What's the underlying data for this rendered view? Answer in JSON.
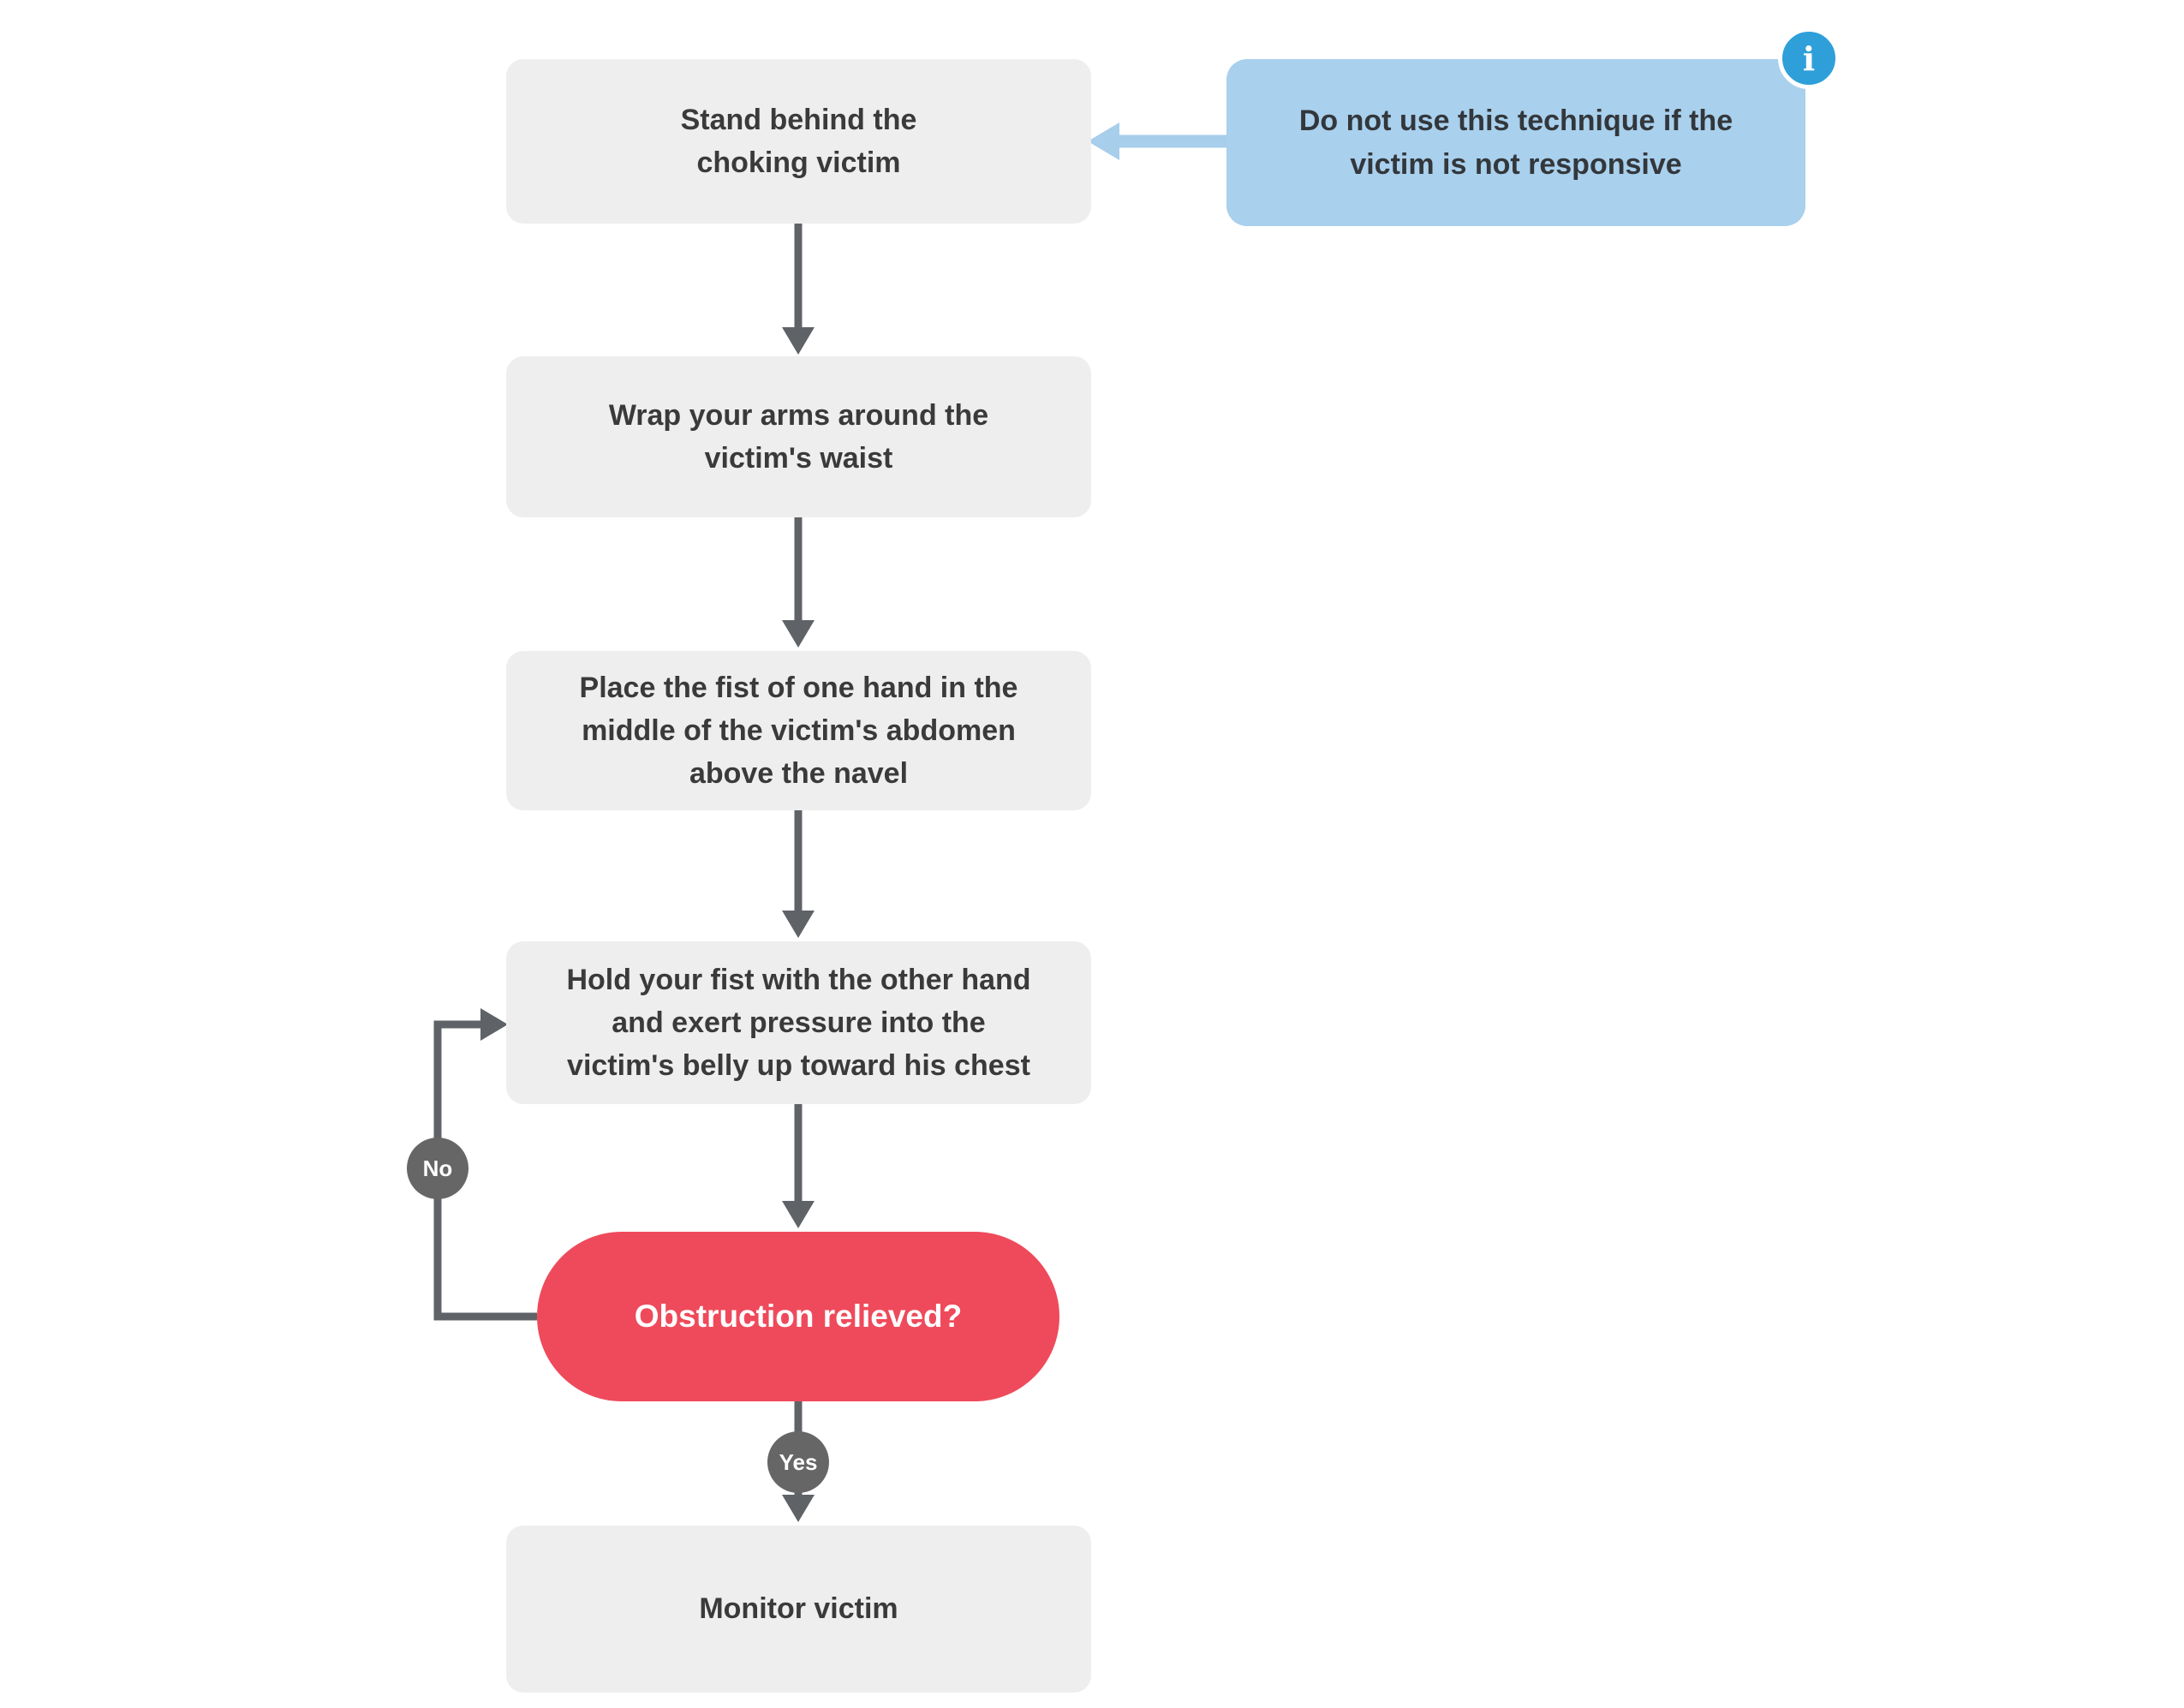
{
  "colors": {
    "node_bg": "#EEEEEE",
    "node_text": "#3A3A3A",
    "decision_bg": "#EF4A5B",
    "decision_text": "#FFFFFF",
    "connector": "#5F6368",
    "badge_bg": "#666666",
    "badge_text": "#FFFFFF",
    "callout_bg": "#A9D0ED",
    "callout_arrow": "#A7CEEB",
    "callout_text": "#33373B",
    "info_icon_bg": "#2E9FD9"
  },
  "flowchart": {
    "steps": {
      "step1": "Stand behind the\nchoking victim",
      "step2": "Wrap your arms around the\nvictim's waist",
      "step3": "Place the fist of one hand in the\nmiddle of the victim's abdomen\nabove the navel",
      "step4": "Hold your fist with the other hand\nand exert pressure into the\nvictim's belly up toward his chest",
      "decision": "Obstruction relieved?",
      "step5": "Monitor victim"
    },
    "branch_labels": {
      "no": "No",
      "yes": "Yes"
    },
    "callout": {
      "text": "Do not use this technique if the\nvictim is not responsive",
      "icon_glyph": "i"
    }
  }
}
